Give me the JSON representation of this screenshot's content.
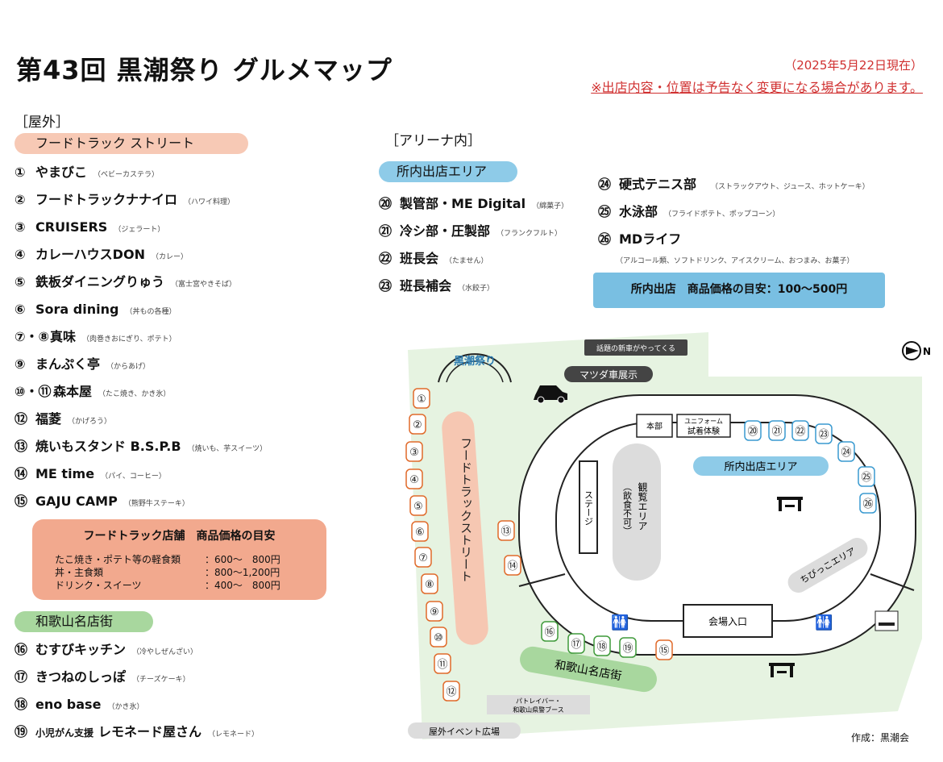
{
  "header": {
    "title": "第43回 黒潮祭り グルメマップ",
    "as_of": "（2025年5月22日現在）",
    "notice": "※出店内容・位置は予告なく変更になる場合があります。"
  },
  "outdoor": {
    "heading": "［屋外］",
    "food_truck": {
      "label": "フードトラック ストリート",
      "items": [
        {
          "num": "①",
          "name": "やまびこ",
          "note": "（ベビーカステラ）"
        },
        {
          "num": "②",
          "name": "フードトラックナナイロ",
          "note": "（ハワイ料理）"
        },
        {
          "num": "③",
          "name": "CRUISERS",
          "note": "（ジェラート）"
        },
        {
          "num": "④",
          "name": "カレーハウスDON",
          "note": "（カレー）"
        },
        {
          "num": "⑤",
          "name": "鉄板ダイニングりゅう",
          "note": "（富士宮やきそば）"
        },
        {
          "num": "⑥",
          "name": "Sora dining",
          "note": "（丼もの各種）"
        },
        {
          "num": "⑦・⑧",
          "name": "真味",
          "note": "（肉巻きおにぎり、ポテト）"
        },
        {
          "num": "⑨",
          "name": "まんぷく亭",
          "note": "（からあげ）"
        },
        {
          "num": "⑩・⑪",
          "name": "森本屋",
          "note": "（たこ焼き、かき氷）"
        },
        {
          "num": "⑫",
          "name": "福菱",
          "note": "（かげろう）"
        },
        {
          "num": "⑬",
          "name": "焼いもスタンド B.S.P.B",
          "note": "（焼いも、芋スイーツ）"
        },
        {
          "num": "⑭",
          "name": "ME time",
          "note": "（パイ、コーヒー）"
        },
        {
          "num": "⑮",
          "name": "GAJU CAMP",
          "note": "（熊野牛ステーキ）"
        }
      ],
      "price_title": "フードトラック店舗　商品価格の目安",
      "prices": [
        {
          "label": "たこ焼き・ポテト等の軽食類",
          "value": "：600～　800円"
        },
        {
          "label": "丼・主食類",
          "value": "：800～1,200円"
        },
        {
          "label": "ドリンク・スイーツ",
          "value": "：400～　800円"
        }
      ]
    },
    "wakayama": {
      "label": "和歌山名店街",
      "items": [
        {
          "num": "⑯",
          "pre": "",
          "name": "むすびキッチン",
          "note": "（冷やしぜんざい）"
        },
        {
          "num": "⑰",
          "pre": "",
          "name": "きつねのしっぽ",
          "note": "（チーズケーキ）"
        },
        {
          "num": "⑱",
          "pre": "",
          "name": "eno base",
          "note": "（かき氷）"
        },
        {
          "num": "⑲",
          "pre": "小児がん支援",
          "name": "レモネード屋さん",
          "note": "（レモネード）"
        }
      ]
    }
  },
  "arena": {
    "heading": "［アリーナ内］",
    "area_label": "所内出店エリア",
    "items_left": [
      {
        "num": "⑳",
        "name": "製管部・ME Digital",
        "note": "（綿菓子）"
      },
      {
        "num": "㉑",
        "name": "冷シ部・圧製部",
        "note": "（フランクフルト）"
      },
      {
        "num": "㉒",
        "name": "班長会",
        "note": "（たません）"
      },
      {
        "num": "㉓",
        "name": "班長補会",
        "note": "（水餃子）"
      }
    ],
    "items_right": [
      {
        "num": "㉔",
        "name": "硬式テニス部",
        "note": "（ストラックアウト、ジュース、ホットケーキ）"
      },
      {
        "num": "㉕",
        "name": "水泳部",
        "note": "（フライドポテト、ポップコーン）"
      },
      {
        "num": "㉖",
        "name": "MDライフ",
        "note": ""
      }
    ],
    "mdlife_note": "（アルコール類、ソフトドリンク、アイスクリーム、おつまみ、お菓子）",
    "price_box": "所内出店　商品価格の目安：100～500円"
  },
  "map": {
    "arch": "黒潮祭り",
    "car_banner": "話題の新車がやってくる",
    "car_show": "マツダ車展示",
    "food_street": "フードトラックストリート",
    "stage": "ステージ",
    "viewing": "観覧エリア",
    "viewing_sub": "（飲食不可）",
    "honbu": "本部",
    "uniform_1": "ユニフォーム",
    "uniform_2": "試着体験",
    "indoor_area": "所内出店エリア",
    "kids_area": "ちびっこエリア",
    "entrance": "会場入口",
    "wakayama_street": "和歌山名店街",
    "patrol_1": "パトレイバー・",
    "patrol_2": "和歌山県警ブース",
    "event_plaza": "屋外イベント広場",
    "north": "N",
    "credit": "作成：黒潮会",
    "markers_left": [
      "①",
      "②",
      "③",
      "④",
      "⑤",
      "⑥",
      "⑦",
      "⑧",
      "⑨",
      "⑩",
      "⑪",
      "⑫"
    ],
    "markers_mid": [
      "⑬",
      "⑭"
    ],
    "markers_wakayama": [
      "⑯",
      "⑰",
      "⑱",
      "⑲",
      "⑮"
    ],
    "markers_indoor": [
      "⑳",
      "㉑",
      "㉒",
      "㉓",
      "㉔",
      "㉕",
      "㉖"
    ]
  },
  "colors": {
    "orange_marker": "#e06a2a",
    "green_marker": "#3f9a3a",
    "blue_marker": "#3a9ad0",
    "red_text": "#d03030"
  }
}
